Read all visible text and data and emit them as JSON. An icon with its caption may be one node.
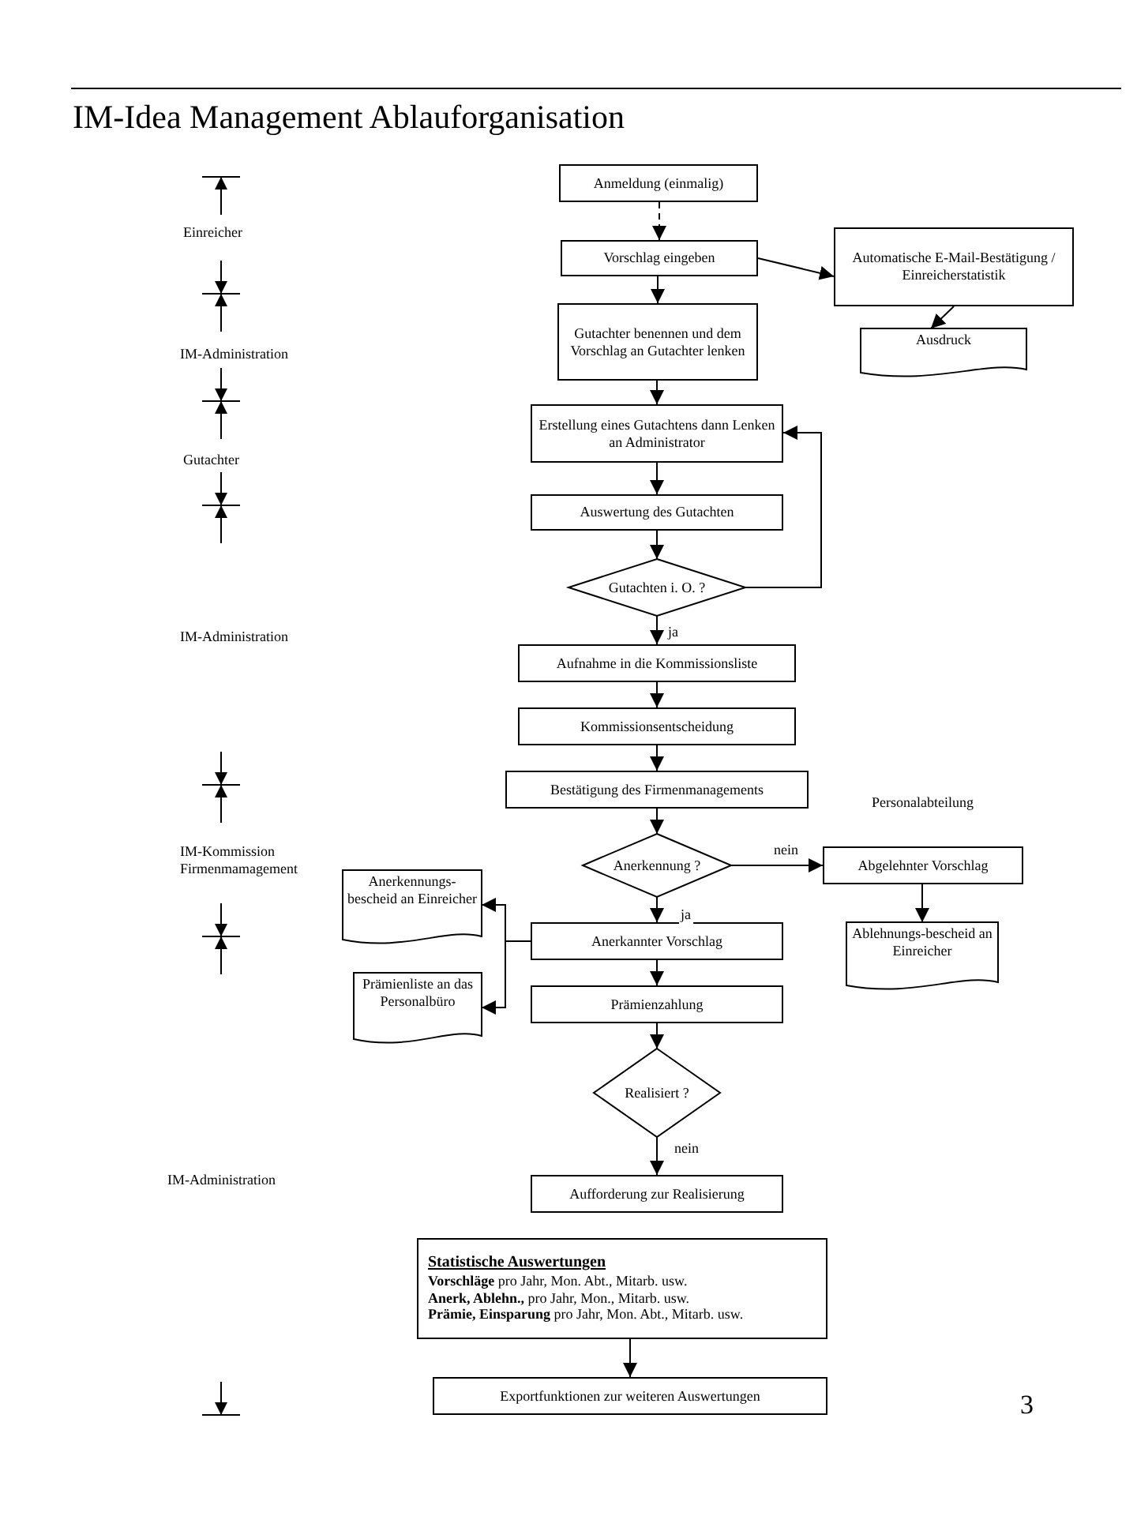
{
  "diagram": {
    "title": "IM-Idea Management Ablauforganisation",
    "nodes": [
      {
        "text": [
          "Anmeldung (einmalig)"
        ]
      },
      {
        "text": [
          "Vorschlag eingeben"
        ]
      },
      {
        "text": [
          "Automatische E-Mail-Bestätigung / Einreicherstatistik"
        ]
      },
      {
        "text": [
          "Ausdruck"
        ]
      },
      {
        "text": [
          "Gutachter benennen und dem Vorschlag an Gutachter lenken"
        ]
      },
      {
        "text": [
          "Erstellung eines Gutachtens dann Lenken an Administrator"
        ]
      },
      {
        "text": [
          "Auswertung des Gutachten"
        ]
      },
      {
        "text": [
          "Gutachten i. O. ?"
        ]
      },
      {
        "text": [
          "Aufnahme in die Kommissionsliste"
        ]
      },
      {
        "text": [
          "Kommissionsentscheidung"
        ]
      },
      {
        "text": [
          "Bestätigung des Firmenmanagements"
        ]
      },
      {
        "text": [
          "Anerkennung ?"
        ]
      },
      {
        "text": [
          "Abgelehnter Vorschlag"
        ]
      },
      {
        "text": [
          "Anerkennungs-bescheid an Einreicher"
        ]
      },
      {
        "text": [
          "Anerkannter Vorschlag"
        ]
      },
      {
        "text": [
          "Ablehnungs-bescheid an Einreicher"
        ]
      },
      {
        "text": [
          "Prämienliste an das Personalbüro"
        ]
      },
      {
        "text": [
          "Prämienzahlung"
        ]
      },
      {
        "text": [
          "Realisiert ?"
        ]
      },
      {
        "text": [
          "Aufforderung zur Realisierung"
        ]
      },
      {
        "text": [
          "Statistische Auswertungen",
          "**Vorschläge** pro Jahr, Mon. Abt., Mitarb. usw.",
          "**Anerk, Ablehn.,** pro Jahr, Mon., Mitarb. usw.",
          "**Prämie, Einsparung** pro Jahr, Mon. Abt., Mitarb. usw."
        ]
      },
      {
        "text": [
          "Exportfunktionen zur weiteren Auswertungen"
        ]
      }
    ],
    "edges": [
      {
        "from": 0,
        "to": 1,
        "arrow": "to",
        "style": "dashed"
      },
      {
        "from": 1,
        "to": 2,
        "arrow": "to"
      },
      {
        "from": 2,
        "to": 3,
        "arrow": "to"
      },
      {
        "from": 1,
        "to": 4,
        "arrow": "to"
      },
      {
        "from": 4,
        "to": 5,
        "arrow": "to"
      },
      {
        "from": 5,
        "to": 6,
        "arrow": "to"
      },
      {
        "from": 6,
        "to": 7,
        "arrow": "to"
      },
      {
        "from": 7,
        "to": 5,
        "arrow": "to"
      },
      {
        "from": 7,
        "to": 8,
        "arrow": "to",
        "label": "ja"
      },
      {
        "from": 8,
        "to": 9,
        "arrow": "to"
      },
      {
        "from": 9,
        "to": 10,
        "arrow": "to"
      },
      {
        "from": 10,
        "to": 11,
        "arrow": "to"
      },
      {
        "from": 11,
        "to": 12,
        "arrow": "to",
        "label": "nein"
      },
      {
        "from": 12,
        "to": 15,
        "arrow": "to"
      },
      {
        "from": 11,
        "to": 14,
        "arrow": "to",
        "label": "ja"
      },
      {
        "from": 14,
        "to": 13,
        "arrow": "to"
      },
      {
        "from": 14,
        "to": 16,
        "arrow": "to"
      },
      {
        "from": 14,
        "to": 17,
        "arrow": "to"
      },
      {
        "from": 17,
        "to": 18,
        "arrow": "to"
      },
      {
        "from": 18,
        "to": 19,
        "arrow": "to",
        "label": "nein"
      },
      {
        "from": 20,
        "to": 21,
        "arrow": "to"
      }
    ],
    "labels": [
      "Einreicher",
      "IM-Administration",
      "Gutachter",
      "IM-Administration",
      "Personalabteilung",
      "IM-Kommission Firmenmamagement",
      "IM-Administration",
      "3"
    ]
  }
}
